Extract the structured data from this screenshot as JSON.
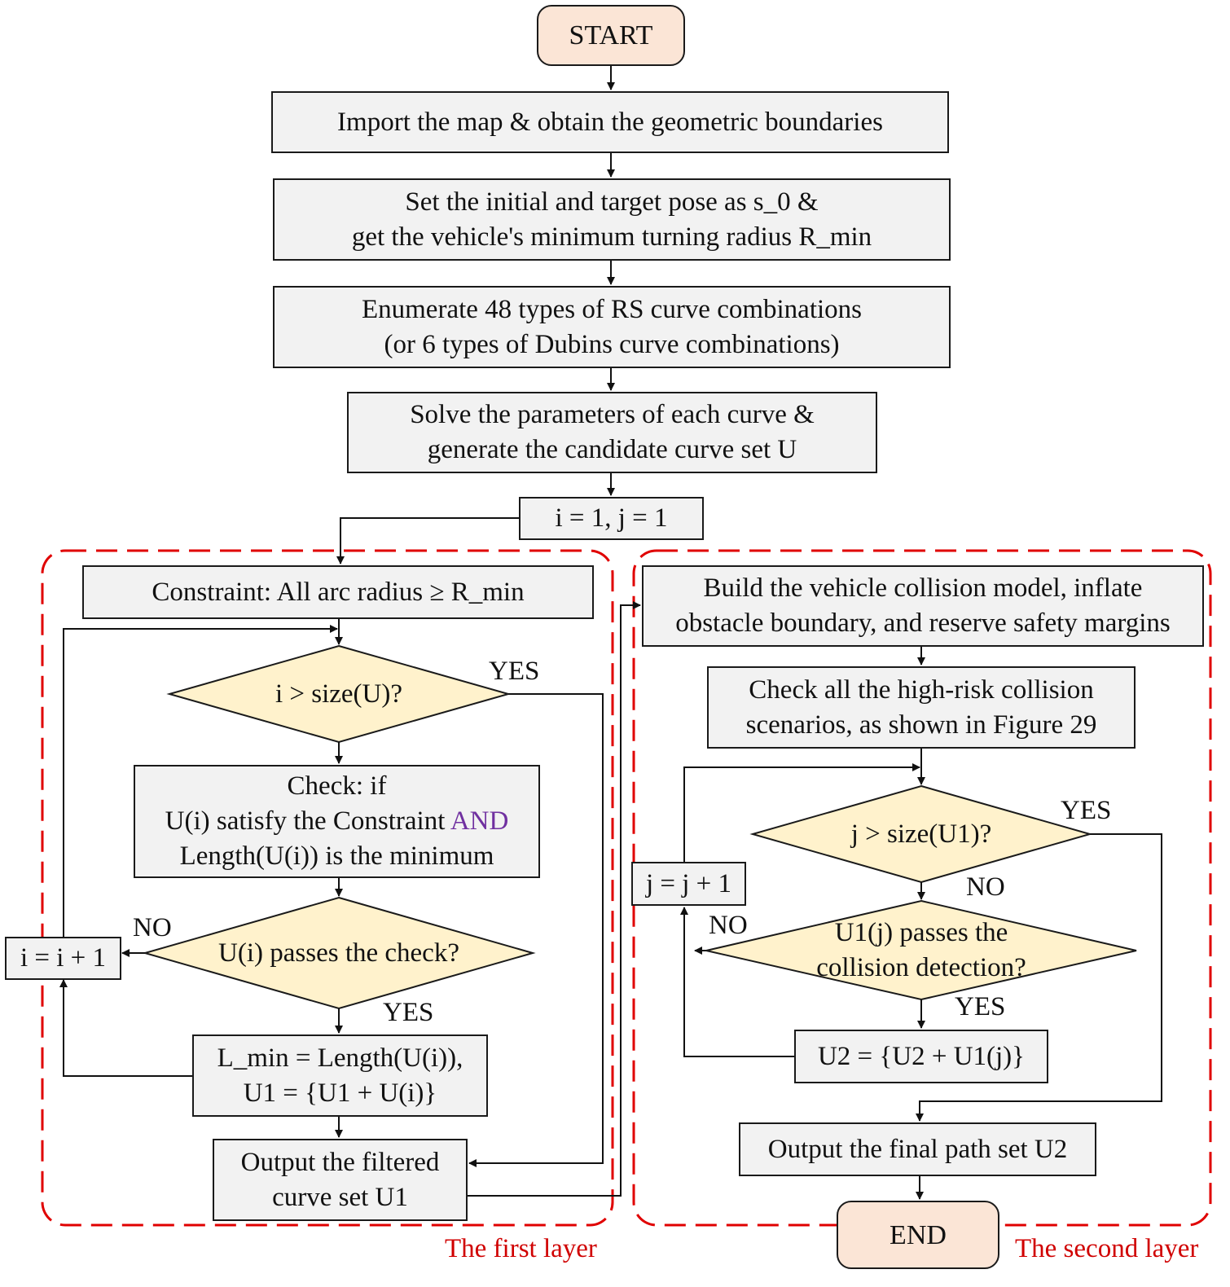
{
  "start": "START",
  "end": "END",
  "steps": {
    "import": "Import the map & obtain the geometric boundaries",
    "pose_l1": "Set the initial and target pose as s_0 &",
    "pose_l2": "get the vehicle's minimum turning radius R_min",
    "enum_l1": "Enumerate 48 types of RS curve combinations",
    "enum_l2": "(or 6 types of Dubins curve combinations)",
    "solve_l1": "Solve the parameters of each curve &",
    "solve_l2": "generate the candidate curve set U",
    "init": "i = 1, j = 1"
  },
  "first_layer": {
    "label": "The first layer",
    "constraint": "Constraint: All arc radius ≥ R_min",
    "cond_i": "i > size(U)?",
    "check_l1": "Check: if",
    "check_l2a": "U(i) satisfy the Constraint ",
    "check_l2b": "AND",
    "check_l3": "Length(U(i)) is the minimum",
    "passes": "U(i) passes the check?",
    "incr_i": "i = i + 1",
    "update_l1": "L_min = Length(U(i)),",
    "update_l2": "U1 = {U1 + U(i)}",
    "output_l1": "Output the filtered",
    "output_l2": "curve set U1",
    "yes_top": "YES",
    "no": "NO",
    "yes_bottom": "YES"
  },
  "second_layer": {
    "label": "The second layer",
    "build_l1": "Build the vehicle collision model, inflate",
    "build_l2": "obstacle boundary, and reserve safety margins",
    "check_l1": "Check all the high-risk collision",
    "check_l2": "scenarios, as shown in Figure 29",
    "cond_j": "j > size(U1)?",
    "collision_l1": "U1(j) passes the",
    "collision_l2": "collision detection?",
    "incr_j": "j = j + 1",
    "update": "U2 = {U2 + U1(j)}",
    "output": "Output the final path set U2",
    "yes_top": "YES",
    "no_top": "NO",
    "no_left": "NO",
    "yes_bottom": "YES"
  },
  "colors": {
    "process_fill": "#f2f2f2",
    "terminal_fill": "#fbe5d6",
    "decision_fill": "#fff2cc",
    "layer_border": "#e00000",
    "layer_label": "#d00000",
    "highlight": "#7030a0"
  }
}
